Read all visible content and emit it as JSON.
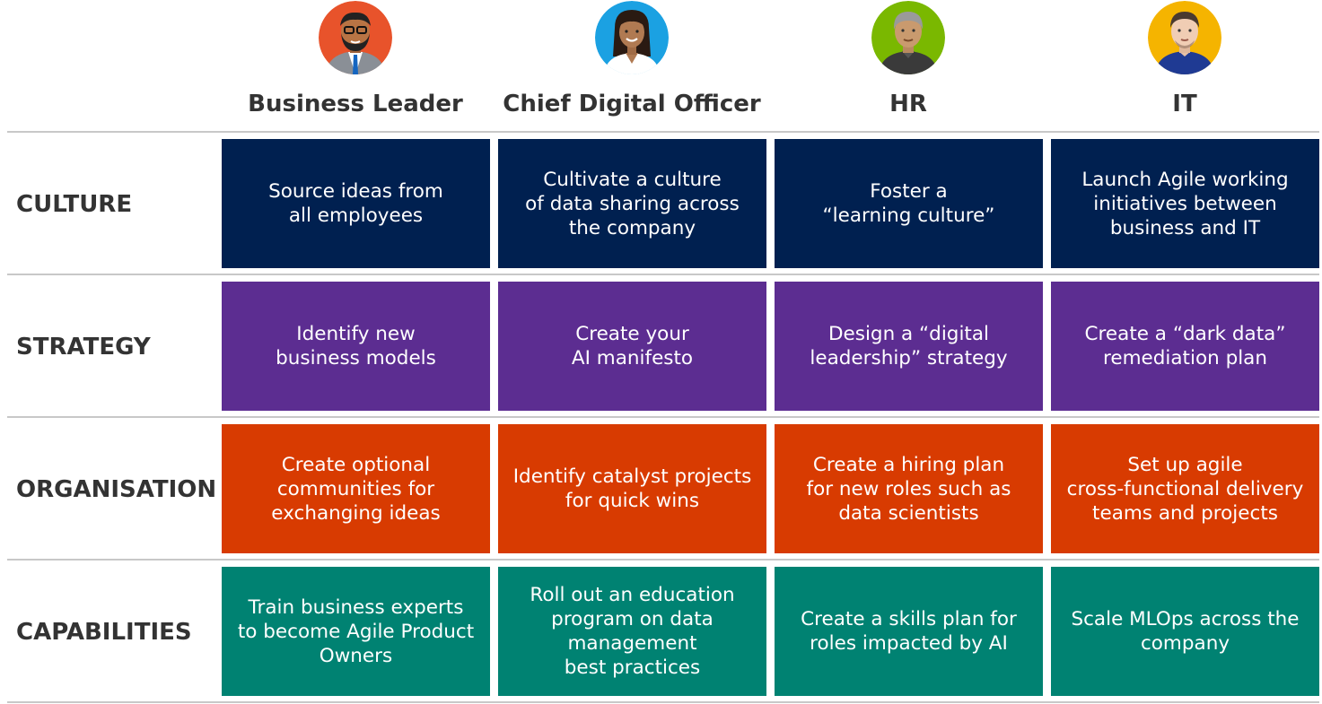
{
  "roles": [
    {
      "label": "Business Leader",
      "avatar_icon": "business-leader-avatar-icon",
      "avatar_bg": "#e8532b"
    },
    {
      "label": "Chief Digital Officer",
      "avatar_icon": "chief-digital-officer-avatar-icon",
      "avatar_bg": "#1ba1e2"
    },
    {
      "label": "HR",
      "avatar_icon": "hr-avatar-icon",
      "avatar_bg": "#7ab800"
    },
    {
      "label": "IT",
      "avatar_icon": "it-avatar-icon",
      "avatar_bg": "#f5b400"
    }
  ],
  "rows": [
    {
      "label": "CULTURE",
      "color": "#002050",
      "cells": [
        "Source ideas from\nall employees",
        "Cultivate a culture\nof data sharing across\nthe company",
        "Foster a\n“learning culture”",
        "Launch Agile working\ninitiatives between\nbusiness and IT"
      ]
    },
    {
      "label": "STRATEGY",
      "color": "#5c2d91",
      "cells": [
        "Identify new\nbusiness models",
        "Create your\nAI manifesto",
        "Design a “digital\nleadership” strategy",
        "Create a “dark data”\nremediation plan"
      ]
    },
    {
      "label": "ORGANISATION",
      "color": "#d83b01",
      "cells": [
        "Create optional\ncommunities for\nexchanging ideas",
        "Identify catalyst projects\nfor quick wins",
        "Create a hiring plan\nfor new roles such as\ndata scientists",
        "Set up agile\ncross-functional delivery\nteams and projects"
      ]
    },
    {
      "label": "CAPABILITIES",
      "color": "#008272",
      "cells": [
        "Train business experts\nto become Agile Product\nOwners",
        "Roll out an education\nprogram on data\nmanagement\nbest practices",
        "Create a skills plan for\nroles impacted by AI",
        "Scale MLOps across the\ncompany"
      ]
    }
  ]
}
